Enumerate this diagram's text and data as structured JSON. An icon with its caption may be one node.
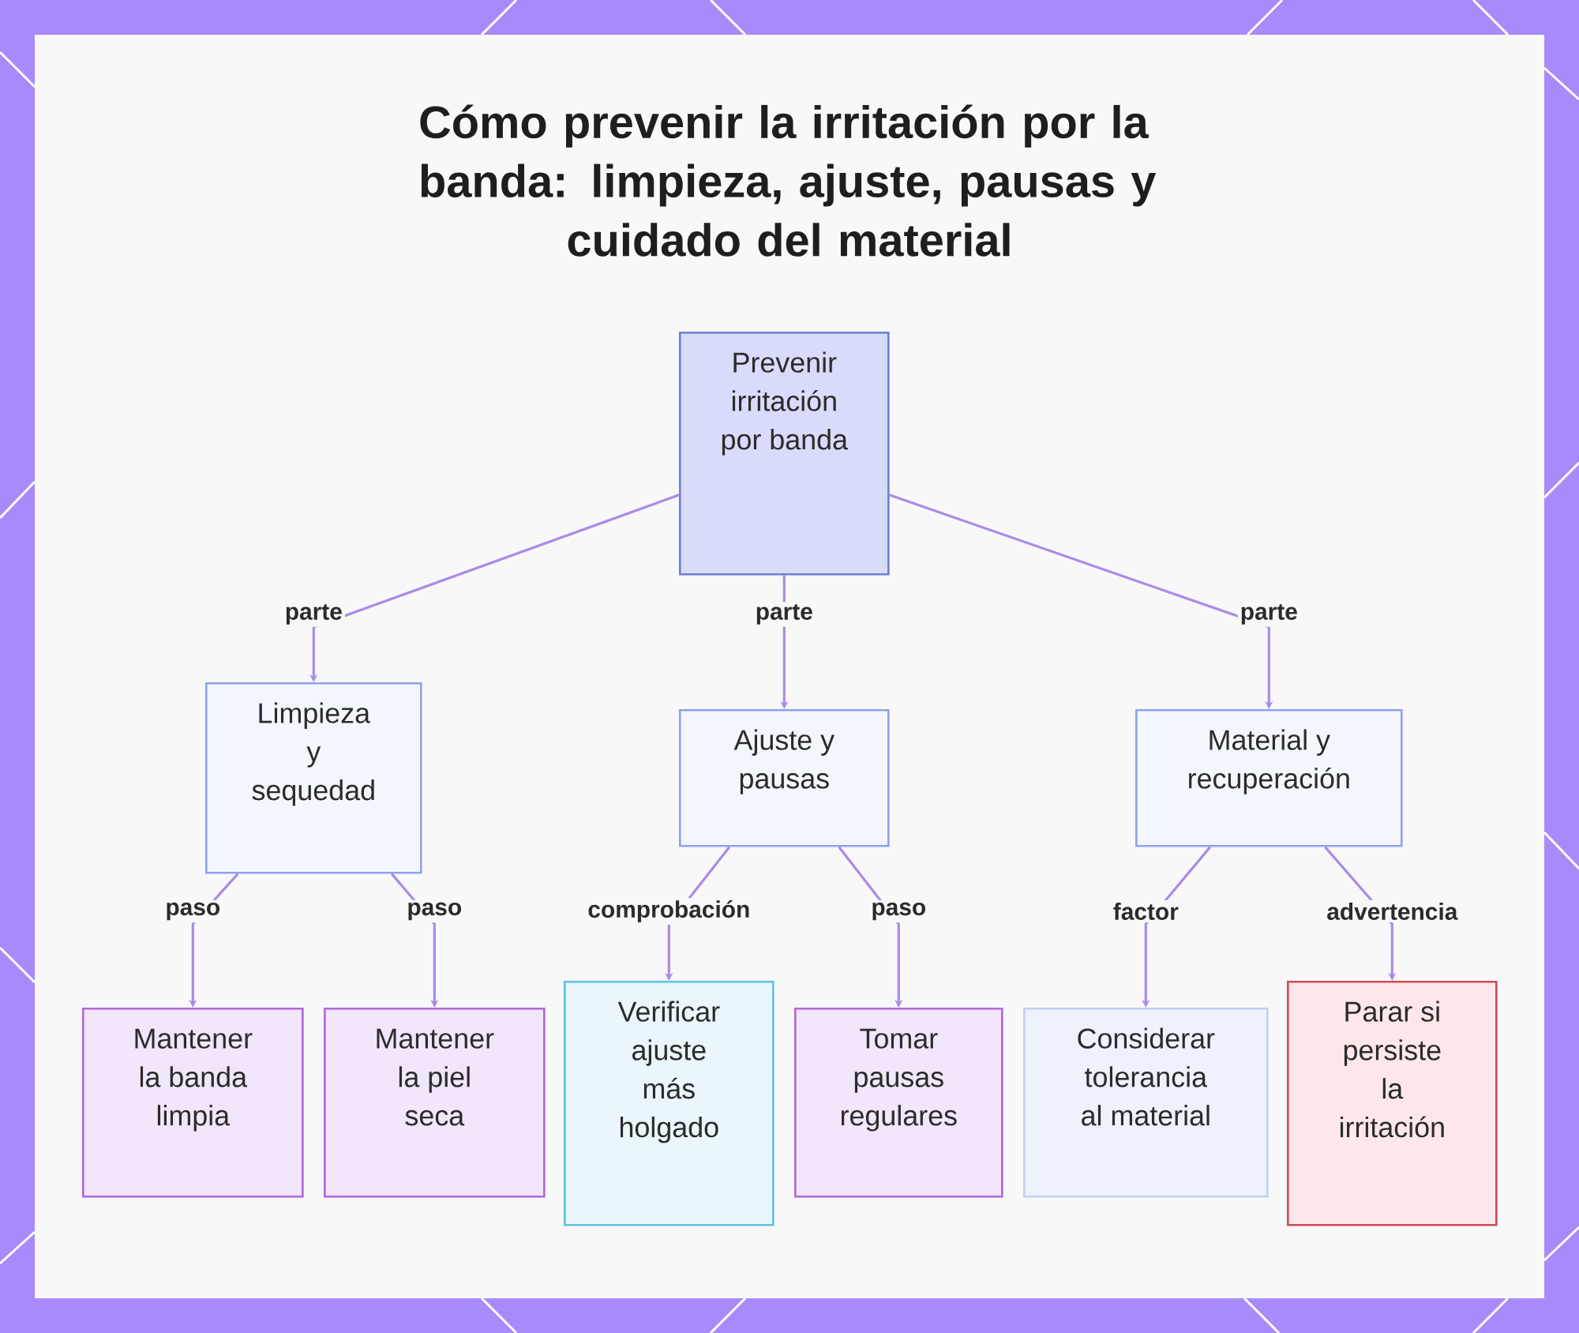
{
  "diagram": {
    "title": "Cómo prevenir la irritación por la banda: limpieza, ajuste, pausas y cuidado del material",
    "nodes": [
      {
        "text": [
          "Prevenir irritación por banda"
        ]
      },
      {
        "text": [
          "Limpieza y sequedad"
        ]
      },
      {
        "text": [
          "Ajuste y pausas"
        ]
      },
      {
        "text": [
          "Material y recuperación"
        ]
      },
      {
        "text": [
          "Mantener la banda limpia"
        ]
      },
      {
        "text": [
          "Mantener la piel seca"
        ]
      },
      {
        "text": [
          "Verificar ajuste más holgado"
        ]
      },
      {
        "text": [
          "Tomar pausas regulares"
        ]
      },
      {
        "text": [
          "Considerar tolerancia al material"
        ]
      },
      {
        "text": [
          "Parar si persiste la irritación"
        ]
      }
    ],
    "edges": [
      {
        "from": 0,
        "to": 1,
        "arrow": "to",
        "label": "parte"
      },
      {
        "from": 0,
        "to": 2,
        "arrow": "to",
        "label": "parte"
      },
      {
        "from": 0,
        "to": 3,
        "arrow": "to",
        "label": "parte"
      },
      {
        "from": 1,
        "to": 4,
        "arrow": "to",
        "label": "paso"
      },
      {
        "from": 1,
        "to": 5,
        "arrow": "to",
        "label": "paso"
      },
      {
        "from": 2,
        "to": 6,
        "arrow": "to",
        "label": "comprobación"
      },
      {
        "from": 2,
        "to": 7,
        "arrow": "to",
        "label": "paso"
      },
      {
        "from": 3,
        "to": 8,
        "arrow": "to",
        "label": "factor"
      },
      {
        "from": 3,
        "to": 9,
        "arrow": "to",
        "label": "advertencia"
      }
    ]
  }
}
